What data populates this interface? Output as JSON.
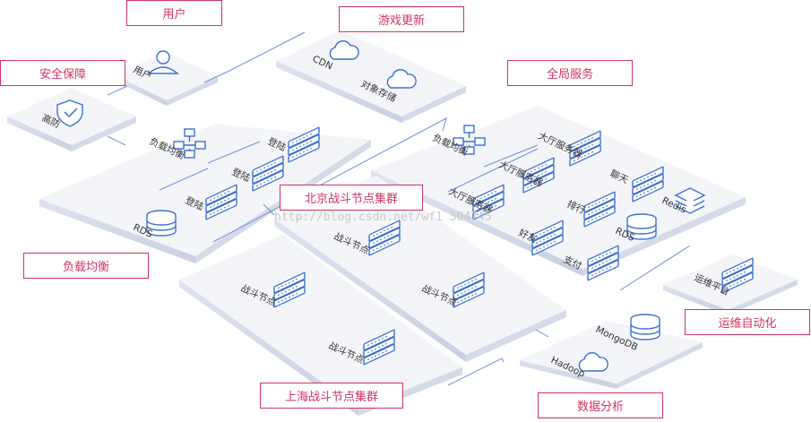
{
  "labels": {
    "user": "用户",
    "game_update": "游戏更新",
    "security": "安全保障",
    "global_service": "全局服务",
    "beijing_cluster": "北京战斗节点集群",
    "load_balance": "负载均衡",
    "ops_automation": "运维自动化",
    "shanghai_cluster": "上海战斗节点集群",
    "data_analysis": "数据分析"
  },
  "items": {
    "user": "用户",
    "cdn": "CDN",
    "object_storage": "对象存储",
    "ddos": "高防",
    "lb_left": "负载均衡",
    "login1": "登陆",
    "login2": "登陆",
    "login3": "登陆",
    "rds_left": "RDS",
    "lb_right": "负载均衡",
    "hall1": "大厅服务器",
    "hall2": "大厅服务器",
    "hall3": "大厅服务器",
    "chat": "聊天",
    "rank": "排行",
    "friend": "好友",
    "pay": "支付",
    "redis": "Redis",
    "rds_right": "RDS",
    "bj_node1": "战斗节点",
    "bj_node2": "战斗节点",
    "sh_node1": "战斗节点",
    "sh_node2": "战斗节点",
    "ops_platform": "运维平台",
    "mongodb": "MongoDB",
    "hadoop": "Hadoop"
  },
  "watermark": "http://blog.csdn.net/wf1 504745",
  "colors": {
    "accent": "#d2345f",
    "icon": "#3d6fd1",
    "platform": "#f2f3f7"
  }
}
